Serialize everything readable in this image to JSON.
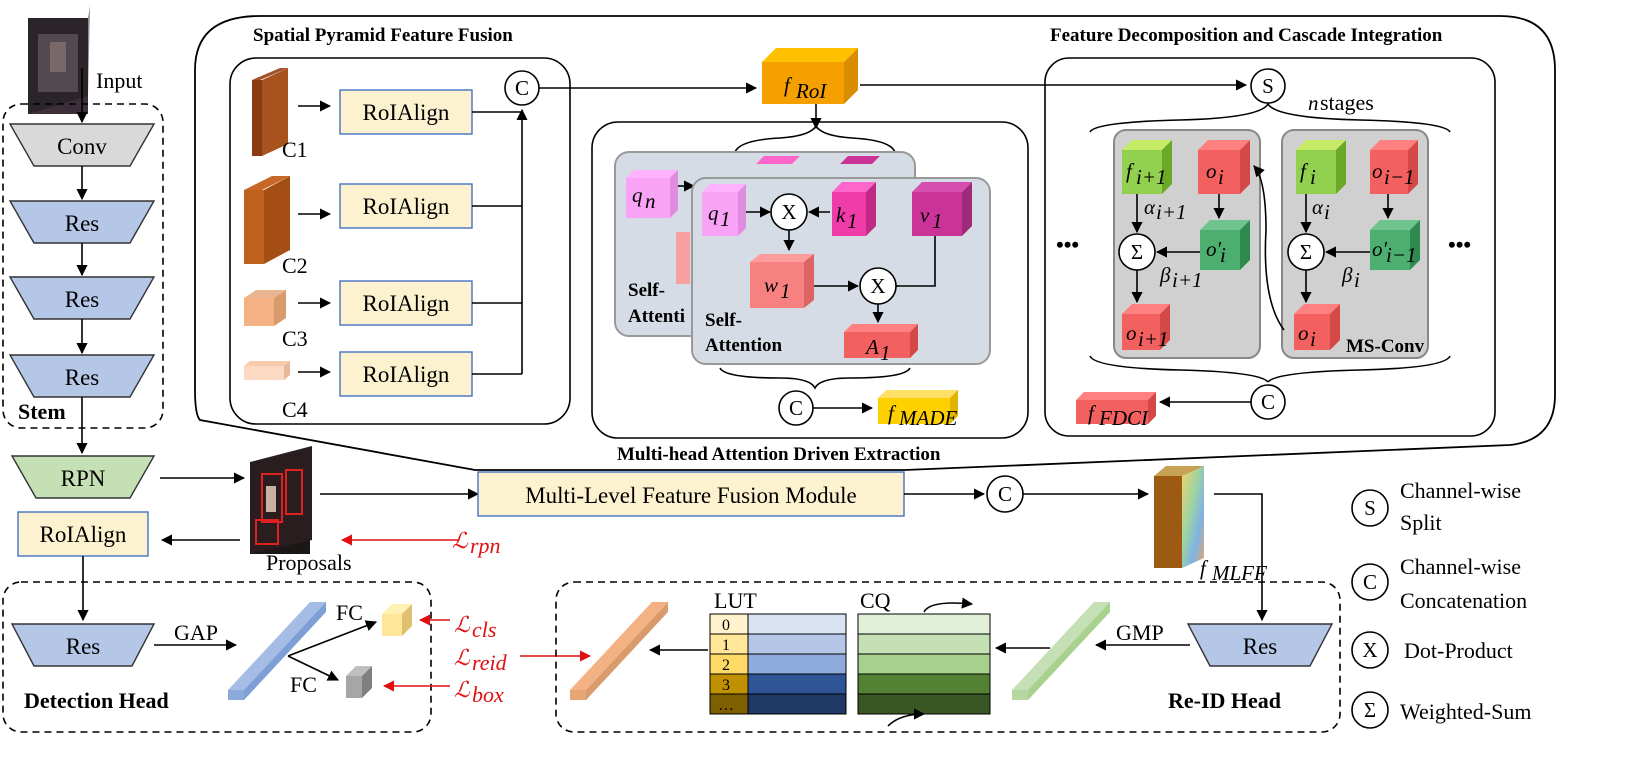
{
  "colors": {
    "roialign_fill": "#fdf2cf",
    "res_fill": "#b4c7e7",
    "rpn_fill": "#c5e0b4",
    "conv_fill": "#d9d9d9",
    "attention_panel": "#d6dce5",
    "ms_panel": "#d0d0d0",
    "loss_red": "#e01010",
    "froi_orange": "#f5a000",
    "fmade_yellow": "#ffd000"
  },
  "left_column": {
    "input_label": "Input",
    "conv_label": "Conv",
    "res_label": "Res",
    "stem_label": "Stem",
    "rpn_label": "RPN",
    "roialign_label": "RoIAlign",
    "proposals_label": "Proposals"
  },
  "spf": {
    "title": "Spatial Pyramid Feature Fusion",
    "levels": [
      {
        "name": "C1",
        "op": "RoIAlign"
      },
      {
        "name": "C2",
        "op": "RoIAlign"
      },
      {
        "name": "C3",
        "op": "RoIAlign"
      },
      {
        "name": "C4",
        "op": "RoIAlign"
      }
    ]
  },
  "made": {
    "title": "Multi-head Attention Driven Extraction",
    "froi_main": "f",
    "froi_sub": "RoI",
    "fmade_main": "f",
    "fmade_sub": "MADE",
    "back_query_main": "q",
    "back_query_sub": "n",
    "front_query_main": "q",
    "front_query_sub": "1",
    "key_main": "k",
    "key_sub": "1",
    "value_main": "v",
    "value_sub": "1",
    "weight_main": "w",
    "weight_sub": "1",
    "attn_main": "A",
    "attn_sub": "1",
    "self_attention_line1": "Self-",
    "self_attention_line2": "Attention",
    "back_self_attention_line1": "Self-",
    "back_self_attention_line2": "Attenti"
  },
  "fdci": {
    "title": "Feature Decomposition and Cascade Integration",
    "stages_prefix": "n",
    "stages_suffix": " stages",
    "ffdci_main": "f",
    "ffdci_sub": "FDCI",
    "ms_conv_label": "MS-Conv",
    "ellipsis": "•••",
    "stage_a": {
      "f_main": "f",
      "f_sub": "i+1",
      "o_main": "o",
      "o_sub": "i",
      "op_main": "o′",
      "op_sub": "i",
      "out_main": "o",
      "out_sub": "i+1",
      "alpha_main": "α",
      "alpha_sub": "i+1",
      "beta_main": "β",
      "beta_sub": "i+1"
    },
    "stage_b": {
      "f_main": "f",
      "f_sub": "i",
      "o_main": "o",
      "o_sub": "i−1",
      "op_main": "o′",
      "op_sub": "i−1",
      "out_main": "o",
      "out_sub": "i",
      "alpha_main": "α",
      "alpha_sub": "i",
      "beta_main": "β",
      "beta_sub": "i"
    }
  },
  "mlff": {
    "module_label": "Multi-Level Feature Fusion Module",
    "out_main": "f",
    "out_sub": "MLFF"
  },
  "losses": {
    "rpn": "rpn",
    "cls": "cls",
    "reid": "reid",
    "box": "box",
    "symbol": "ℒ"
  },
  "detection_head": {
    "title": "Detection Head",
    "res_label": "Res",
    "gap_label": "GAP",
    "fc_top": "FC",
    "fc_bottom": "FC"
  },
  "reid_head": {
    "title": "Re-ID Head",
    "res_label": "Res",
    "gmp_label": "GMP",
    "lut_label": "LUT",
    "cq_label": "CQ",
    "lut_indices": [
      "0",
      "1",
      "2",
      "3",
      "…"
    ]
  },
  "operators": {
    "split": "S",
    "concat": "C",
    "dot": "X",
    "sum": "Σ"
  },
  "legend": [
    {
      "symbol": "S",
      "line1": "Channel-wise",
      "line2": "Split"
    },
    {
      "symbol": "C",
      "line1": "Channel-wise",
      "line2": "Concatenation"
    },
    {
      "symbol": "X",
      "line1": "Dot-Product",
      "line2": ""
    },
    {
      "symbol": "Σ",
      "line1": "Weighted-Sum",
      "line2": ""
    }
  ]
}
